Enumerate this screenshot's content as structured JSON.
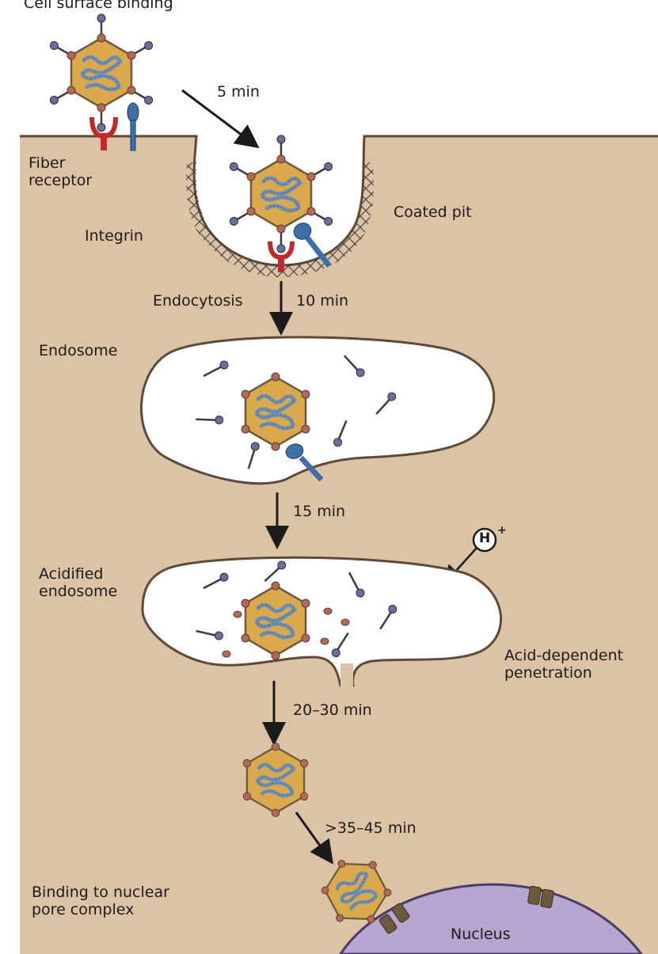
{
  "labels": {
    "title": "Cell surface binding",
    "fiber_receptor": [
      "Fiber",
      "receptor"
    ],
    "integrin": "Integrin",
    "coated_pit": "Coated pit",
    "t1": "5 min",
    "endocytosis": "Endocytosis",
    "t2": "10 min",
    "endosome": "Endosome",
    "t3": "15 min",
    "acidified_endosome": [
      "Acidified",
      "endosome"
    ],
    "proton": "H",
    "proton_charge": "+",
    "acid_dependent": [
      "Acid-dependent",
      "penetration"
    ],
    "t4": "20–30 min",
    "t5": ">35–45 min",
    "npc_binding": [
      "Binding to nuclear",
      "pore complex"
    ],
    "nucleus": "Nucleus"
  },
  "colors": {
    "cytoplasm": "#dcc3a6",
    "exterior": "#ffffff",
    "membrane": "#5e4a3a",
    "capsid_fill": "#d9a94c",
    "capsid_edge": "#6e5a3e",
    "genome": "#6f8fb5",
    "fiber_knob": "#6a6f99",
    "penton_base": "#b26a58",
    "receptor": "#c02a2a",
    "integrin": "#3f6fa8",
    "nucleus_fill": "#b7a6cf",
    "nucleus_edge": "#4c3a6b",
    "text": "#1b1b1b"
  }
}
